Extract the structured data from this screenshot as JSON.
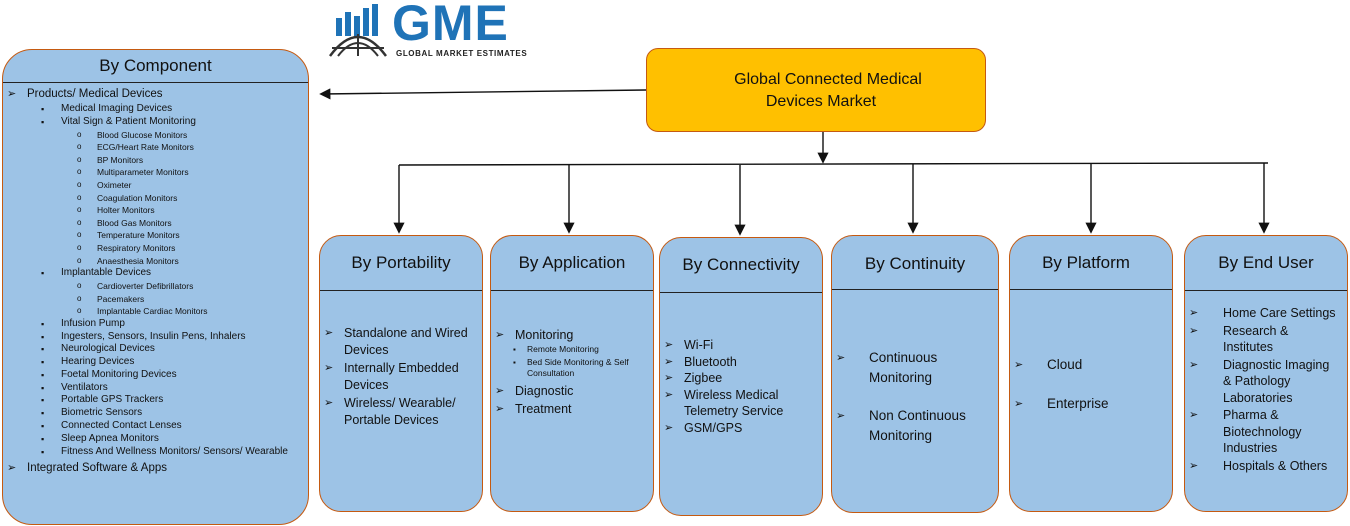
{
  "logo": {
    "name": "GME",
    "tagline": "GLOBAL MARKET ESTIMATES"
  },
  "colors": {
    "root_fill": "#ffc000",
    "box_fill": "#9dc3e6",
    "border": "#c55a11",
    "logo_blue": "#1f73b7"
  },
  "root": {
    "title_line1": "Global Connected Medical",
    "title_line2": "Devices Market"
  },
  "component": {
    "title": "By Component",
    "products_label": "Products/ Medical Devices",
    "products": [
      {
        "label": "Medical Imaging Devices",
        "children": []
      },
      {
        "label": "Vital Sign & Patient Monitoring",
        "children": [
          "Blood Glucose Monitors",
          "ECG/Heart Rate Monitors",
          "BP Monitors",
          "Multiparameter Monitors",
          "Oximeter",
          "Coagulation Monitors",
          "Holter Monitors",
          "Blood Gas Monitors",
          "Temperature Monitors",
          "Respiratory Monitors",
          "Anaesthesia Monitors"
        ]
      },
      {
        "label": "Implantable Devices",
        "children": [
          "Cardioverter Defibrillators",
          "Pacemakers",
          "Implantable Cardiac Monitors"
        ]
      },
      {
        "label": "Infusion Pump",
        "children": []
      },
      {
        "label": "Ingesters, Sensors, Insulin Pens, Inhalers",
        "children": []
      },
      {
        "label": "Neurological Devices",
        "children": []
      },
      {
        "label": "Hearing Devices",
        "children": []
      },
      {
        "label": "Foetal Monitoring Devices",
        "children": []
      },
      {
        "label": "Ventilators",
        "children": []
      },
      {
        "label": "Portable GPS Trackers",
        "children": []
      },
      {
        "label": "Biometric Sensors",
        "children": []
      },
      {
        "label": "Connected Contact Lenses",
        "children": []
      },
      {
        "label": "Sleep Apnea Monitors",
        "children": []
      },
      {
        "label": "Fitness And Wellness Monitors/ Sensors/ Wearable",
        "children": []
      }
    ],
    "software_label": "Integrated Software & Apps"
  },
  "portability": {
    "title": "By Portability",
    "items": [
      "Standalone and Wired Devices",
      "Internally Embedded Devices",
      "Wireless/ Wearable/ Portable Devices"
    ]
  },
  "application": {
    "title": "By Application",
    "monitoring": "Monitoring",
    "monitoring_sub": [
      "Remote Monitoring",
      "Bed Side Monitoring & Self Consultation"
    ],
    "items": [
      "Diagnostic",
      "Treatment"
    ]
  },
  "connectivity": {
    "title": "By Connectivity",
    "items": [
      "Wi-Fi",
      "Bluetooth",
      "Zigbee",
      "Wireless Medical Telemetry Service",
      "GSM/GPS"
    ]
  },
  "continuity": {
    "title": "By Continuity",
    "items": [
      "Continuous Monitoring",
      "Non Continuous Monitoring"
    ]
  },
  "platform": {
    "title": "By Platform",
    "items": [
      "Cloud",
      "Enterprise"
    ]
  },
  "end_user": {
    "title": "By End User",
    "items": [
      "Home Care Settings",
      "Research & Institutes",
      "Diagnostic Imaging & Pathology Laboratories",
      "Pharma & Biotechnology Industries",
      "Hospitals & Others"
    ]
  }
}
